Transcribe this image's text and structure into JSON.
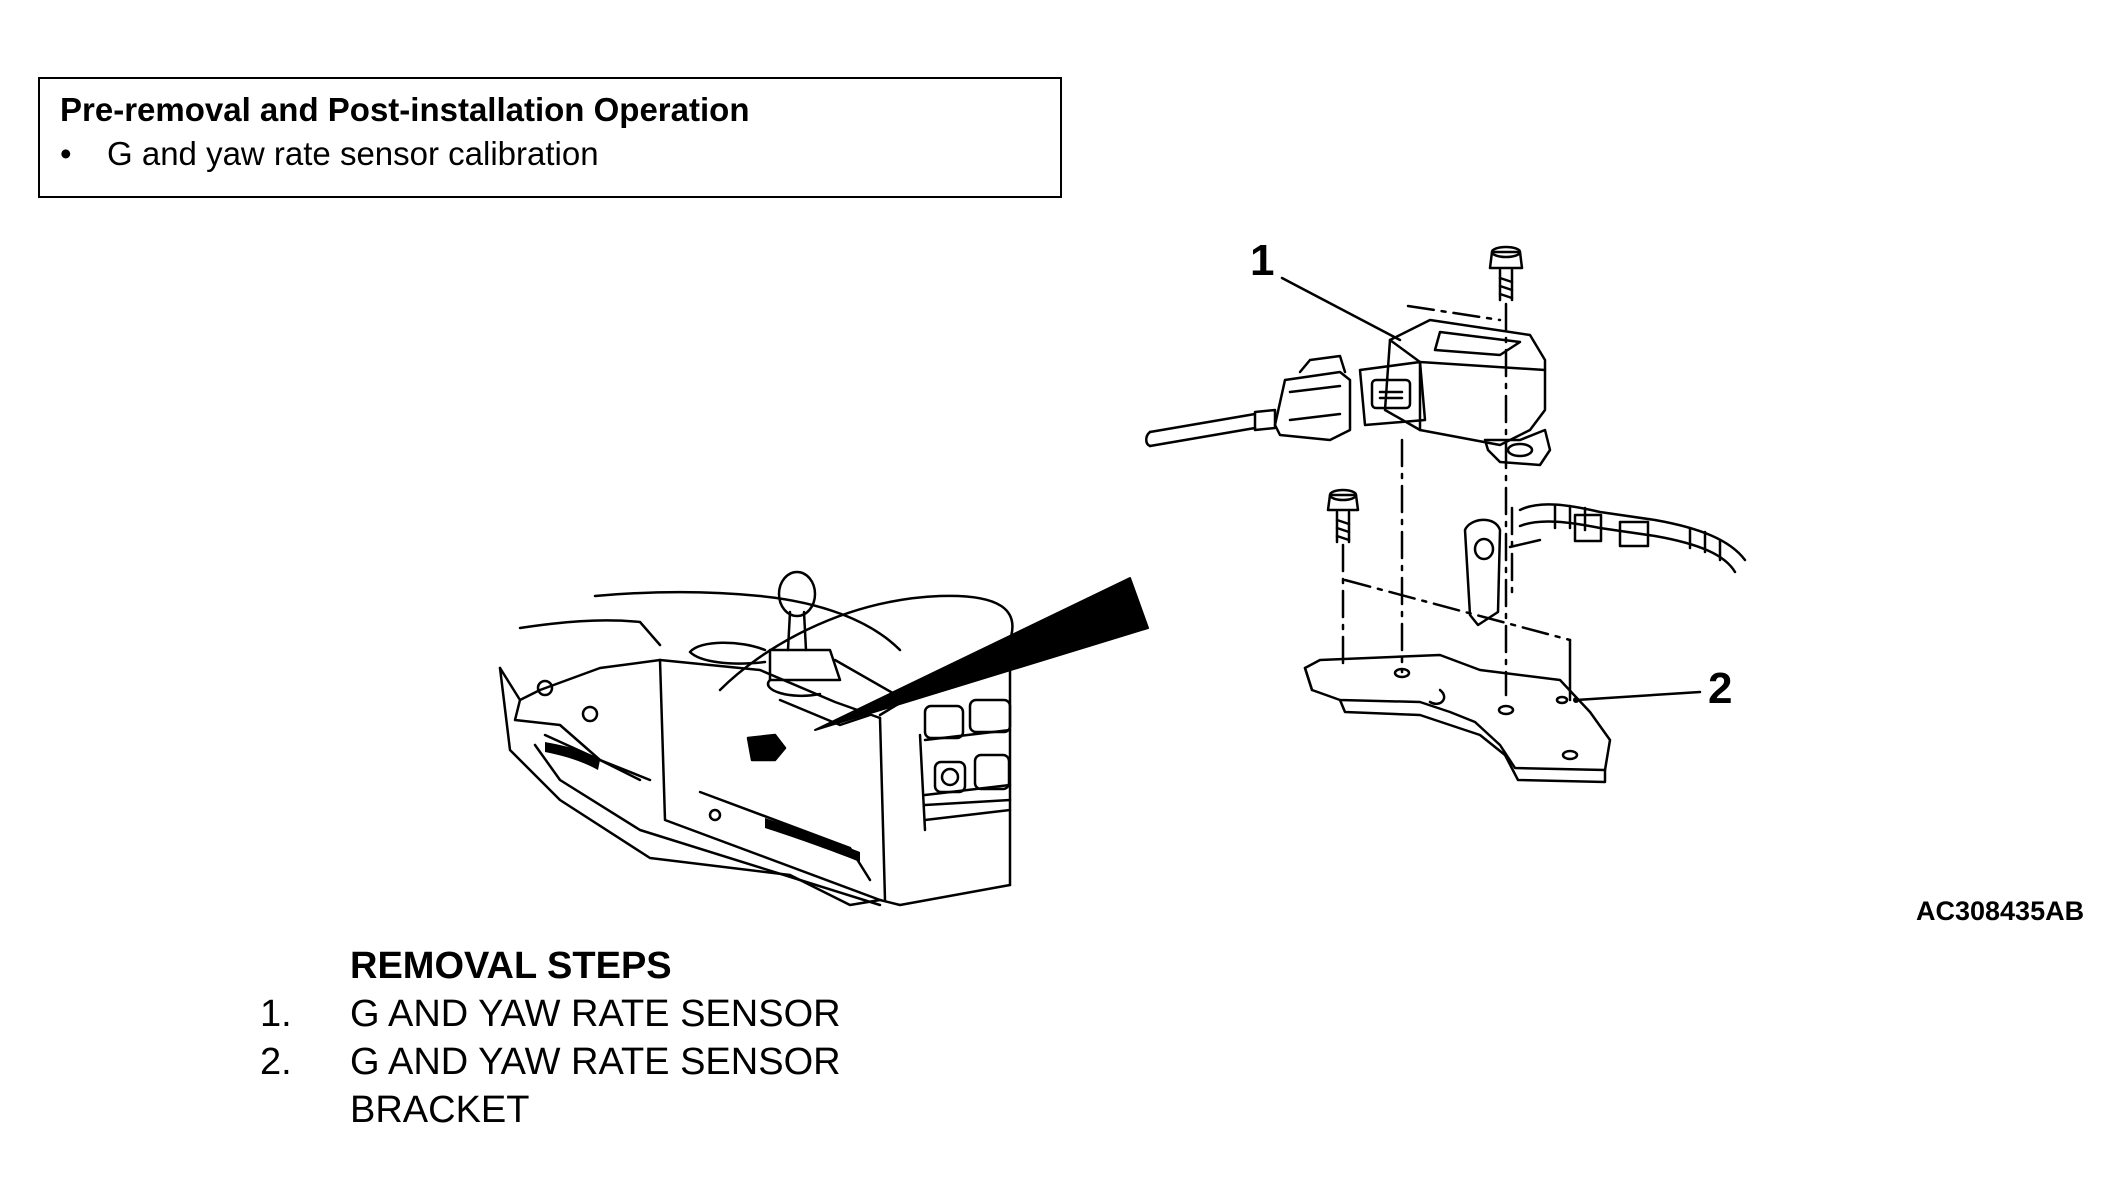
{
  "operation_box": {
    "title": "Pre-removal and Post-installation Operation",
    "bullet": "•",
    "items": [
      "G and yaw rate sensor calibration"
    ]
  },
  "diagram": {
    "callouts": [
      "1",
      "2"
    ],
    "figure_id": "AC308435AB"
  },
  "removal_steps": {
    "title": "REMOVAL STEPS",
    "items": [
      {
        "num": "1.",
        "text": "G AND YAW RATE SENSOR"
      },
      {
        "num": "2.",
        "text": "G AND YAW RATE SENSOR BRACKET"
      }
    ]
  }
}
